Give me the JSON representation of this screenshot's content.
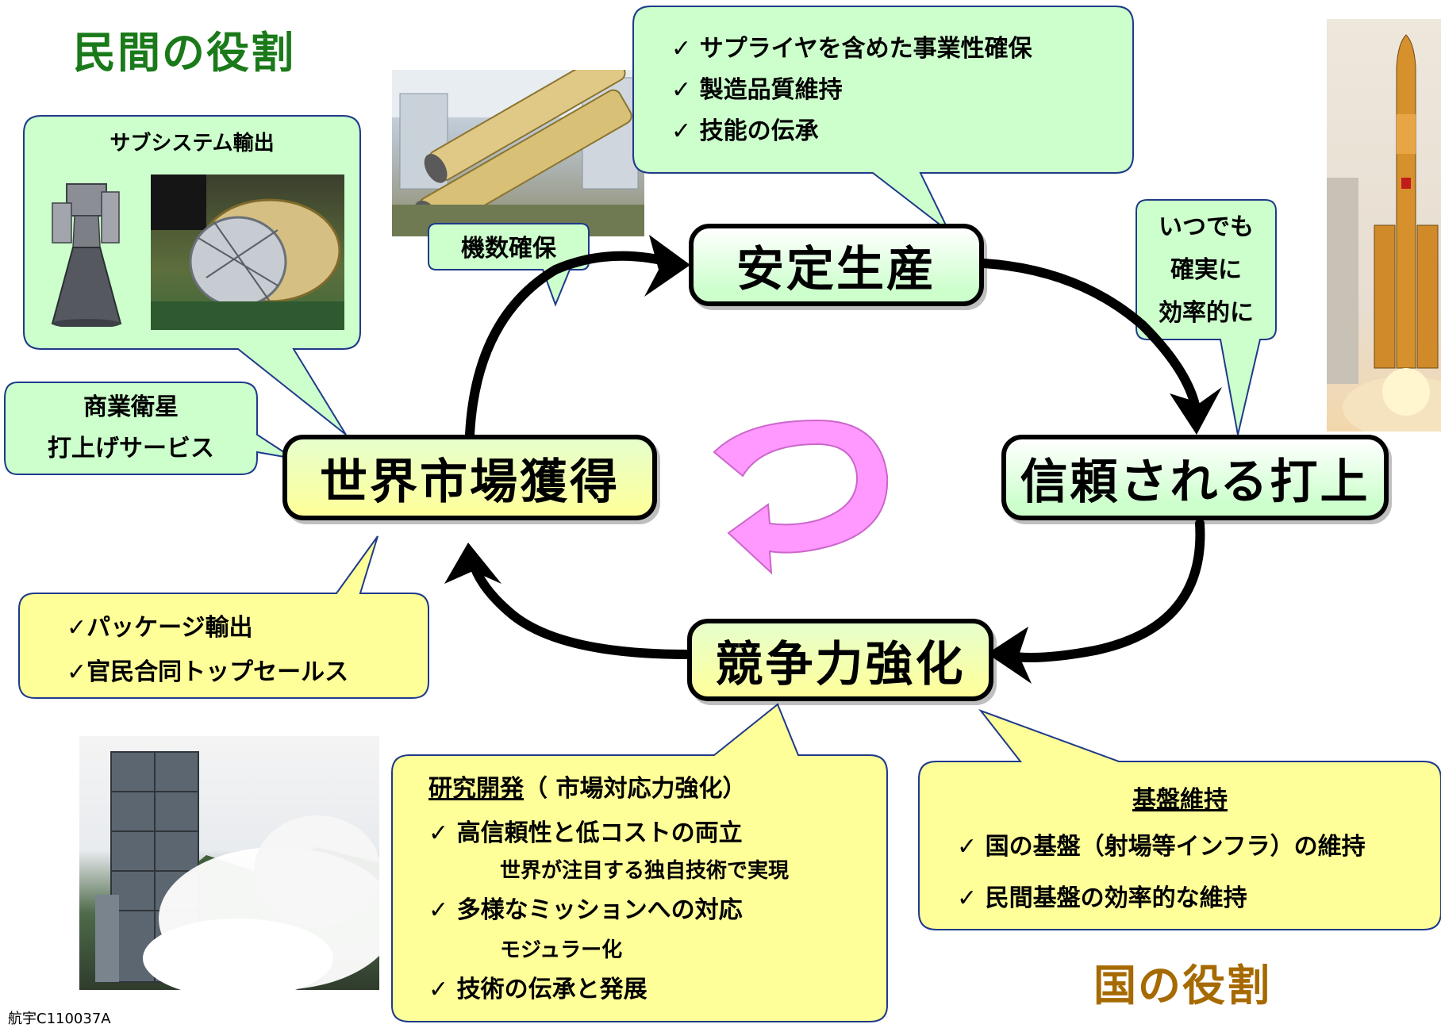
{
  "headings": {
    "private_role": "民間の役割",
    "national_role": "国の役割"
  },
  "cycle_nodes": {
    "top": "安定生産",
    "right": "信頼される打上",
    "bottom": "競争力強化",
    "left": "世界市場獲得"
  },
  "callouts": {
    "subsystem_export": "サブシステム輸出",
    "unit_count": "機数確保",
    "commercial_satellite": [
      "商業衛星",
      "打上げサービス"
    ],
    "anytime": [
      "いつでも",
      "確実に",
      "効率的に"
    ],
    "production_items": [
      "✓ サプライヤを含めた事業性確保",
      "✓ 製造品質維持",
      "✓ 技能の伝承"
    ],
    "package_items": [
      "✓パッケージ輸出",
      "✓官民合同トップセールス"
    ],
    "rnd": {
      "title": "研究開発",
      "title_suffix": "（ 市場対応力強化）",
      "items": [
        "✓ 高信頼性と低コストの両立",
        "世界が注目する独自技術で実現",
        "✓ 多様なミッションへの対応",
        "モジュラー化",
        "✓ 技術の伝承と発展"
      ]
    },
    "infrastructure": {
      "title": "基盤維持",
      "items": [
        "✓ 国の基盤（射場等インフラ）の維持",
        "✓ 民間基盤の効率的な維持"
      ]
    }
  },
  "footer_code": "航宇C110037A",
  "colors": {
    "heading_green": "#1a7a1a",
    "heading_gold": "#a66a00",
    "bubble_green": "#ccffcc",
    "bubble_yellow": "#ffff99",
    "bubble_border": "#1f3a8a",
    "center_arrow": "#ff99ff"
  },
  "images": [
    "rocket-engine-illustration",
    "stage-assembly-photo",
    "factory-production-line-photo",
    "rocket-launch-photo",
    "engine-test-stand-photo"
  ]
}
